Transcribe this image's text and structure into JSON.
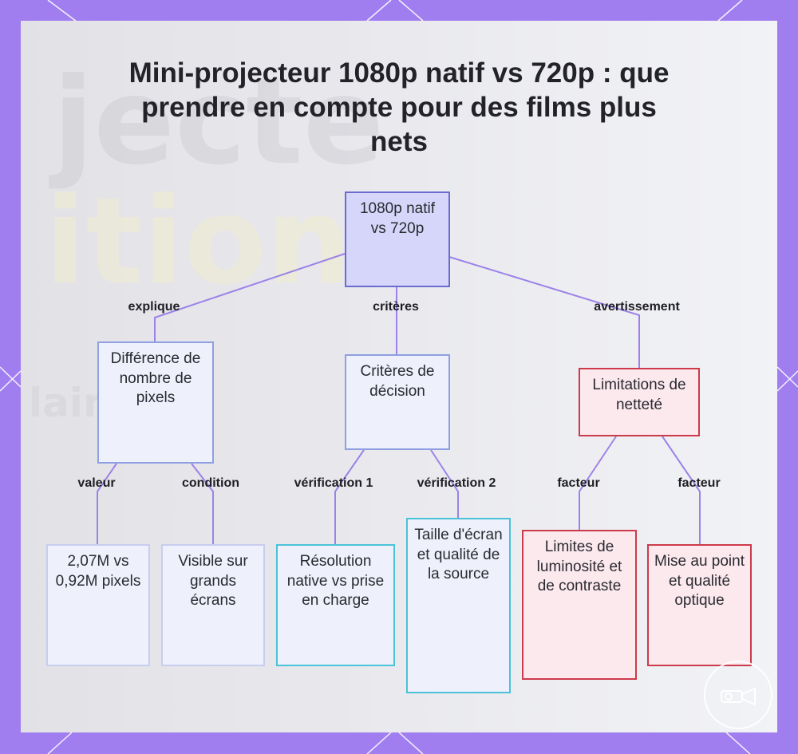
{
  "title": "Mini-projecteur 1080p natif vs 720p : que prendre en compte pour des films plus nets",
  "background_text": {
    "line1": "jecte",
    "line2": "ition",
    "line3": "lain"
  },
  "nodes": {
    "root": "1080p natif vs 720p",
    "difference": "Différence de nombre de pixels",
    "criteres": "Critères de décision",
    "limitations": "Limitations de netteté",
    "pixels": "2,07M vs 0,92M pixels",
    "visible": "Visible sur grands écrans",
    "resolution": "Résolution native vs prise en charge",
    "taille": "Taille d'écran et qualité de la source",
    "luminosite": "Limites de luminosité et de contraste",
    "miseaupoint": "Mise au point et qualité optique"
  },
  "edge_labels": {
    "explique": "explique",
    "criteres": "critères",
    "avertissement": "avertissement",
    "valeur": "valeur",
    "condition": "condition",
    "verification1": "vérification 1",
    "verification2": "vérification 2",
    "facteur1": "facteur",
    "facteur2": "facteur"
  },
  "colors": {
    "frame": "#a07ef0",
    "edge": "#9c82e8",
    "root_fill": "#d6d6fa",
    "root_border": "#6b6bd0",
    "cyan_border": "#4ac2d8",
    "red_border": "#cc3a4a",
    "red_fill": "#fbe9ee"
  },
  "logo_icon": "projector-icon"
}
